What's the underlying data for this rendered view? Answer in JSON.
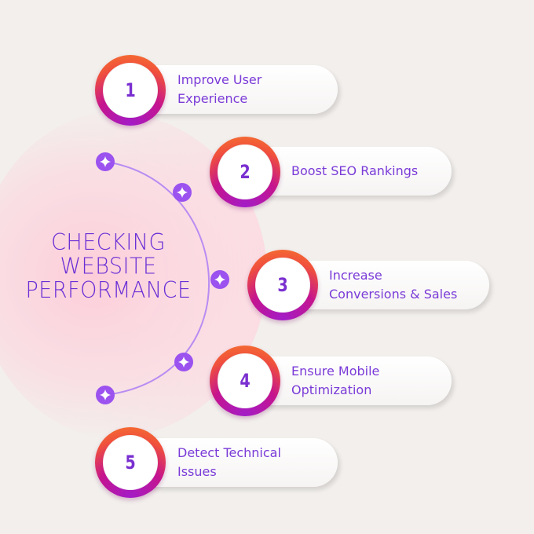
{
  "title_lines": [
    "CHECKING",
    "WEBSITE",
    "PERFORMANCE"
  ],
  "colors": {
    "background": "#f2efec",
    "accent_purple": "#7a2fd0",
    "badge_gradient_top": "#f77a2c",
    "badge_gradient_bottom": "#a21cc8",
    "arc_line": "#b88cf2",
    "star_node": "#9b52ef"
  },
  "icons": [
    "sparkle-star-icon"
  ],
  "steps": [
    {
      "number": "1",
      "label": "Improve User\nExperience"
    },
    {
      "number": "2",
      "label": "Boost SEO Rankings"
    },
    {
      "number": "3",
      "label": "Increase\nConversions & Sales"
    },
    {
      "number": "4",
      "label": "Ensure Mobile\nOptimization"
    },
    {
      "number": "5",
      "label": "Detect Technical\nIssues"
    }
  ]
}
